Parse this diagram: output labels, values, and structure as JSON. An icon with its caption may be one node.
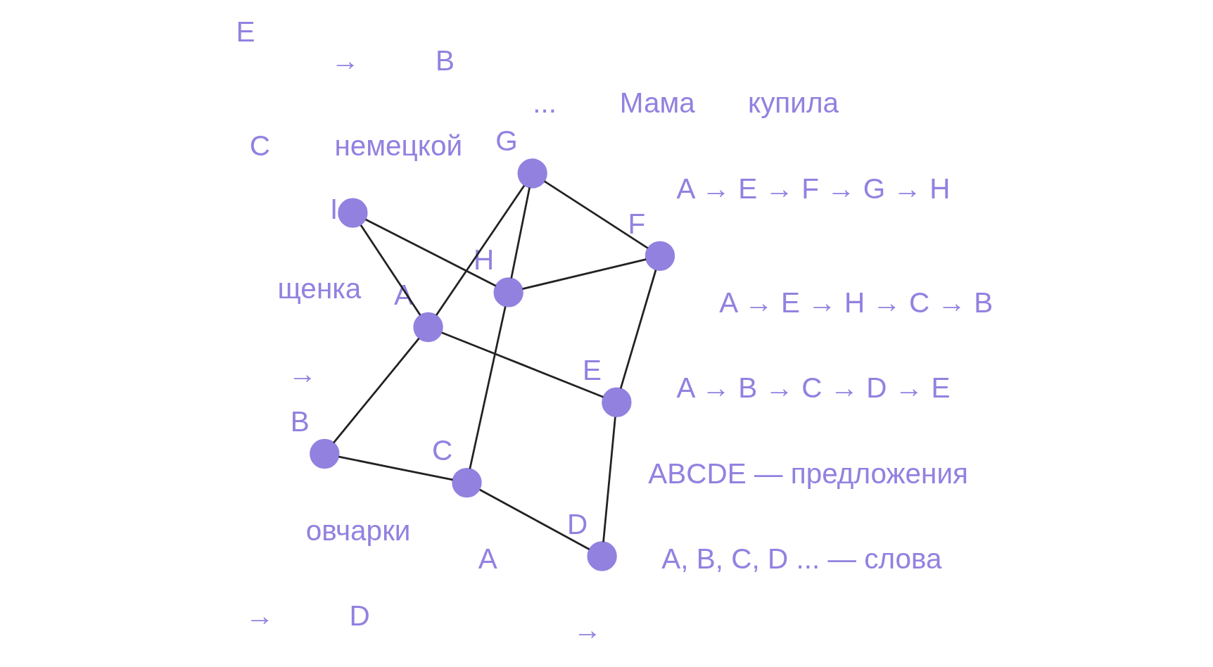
{
  "diagram": {
    "nodes": [
      {
        "text": [],
        "shape": "circle",
        "beside": [
          "I"
        ]
      },
      {
        "text": [],
        "shape": "circle",
        "beside": [
          "H"
        ]
      },
      {
        "text": [],
        "shape": "circle",
        "beside": [
          "A"
        ]
      },
      {
        "text": [],
        "shape": "circle",
        "beside": [
          "B"
        ]
      },
      {
        "text": [],
        "shape": "circle",
        "beside": [
          "F"
        ]
      },
      {
        "text": [],
        "shape": "circle",
        "beside": [
          "G"
        ]
      },
      {
        "text": [],
        "shape": "circle",
        "beside": [
          "C"
        ]
      },
      {
        "text": [],
        "shape": "circle",
        "beside": [
          "D"
        ]
      },
      {
        "text": [],
        "shape": "circle",
        "beside": [
          "E"
        ]
      }
    ],
    "edges": [
      {
        "from": 1,
        "to": 0,
        "arrow": "none"
      },
      {
        "from": 0,
        "to": 2,
        "arrow": "none"
      },
      {
        "from": 1,
        "to": 4,
        "arrow": "none"
      },
      {
        "from": 1,
        "to": 5,
        "arrow": "none"
      },
      {
        "from": 1,
        "to": 6,
        "arrow": "none"
      },
      {
        "from": 4,
        "to": 5,
        "arrow": "none"
      },
      {
        "from": 5,
        "to": 2,
        "arrow": "none"
      },
      {
        "from": 2,
        "to": 8,
        "arrow": "none"
      },
      {
        "from": 2,
        "to": 3,
        "arrow": "none"
      },
      {
        "from": 3,
        "to": 6,
        "arrow": "none"
      },
      {
        "from": 6,
        "to": 7,
        "arrow": "none"
      },
      {
        "from": 7,
        "to": 8,
        "arrow": "none"
      },
      {
        "from": 4,
        "to": 8,
        "arrow": "none"
      }
    ],
    "labels": [
      "A → B → C → D → E",
      "A → E → F → G → H",
      "A → E → H → C → B",
      "...",
      "A, B, C, D ... — слова",
      "ABCDE — предложения",
      "A",
      "→",
      "B",
      "→",
      "C",
      "→",
      "D",
      "→",
      "E",
      "Мама",
      "купила",
      "щенка",
      "немецкой",
      "овчарки"
    ]
  }
}
